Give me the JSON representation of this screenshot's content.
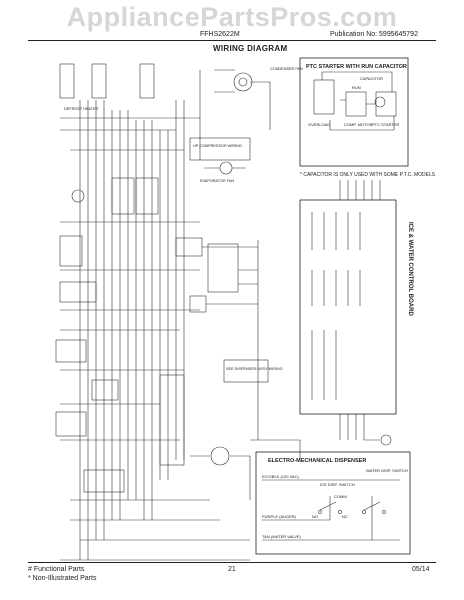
{
  "watermark": "AppliancePartsPros.com",
  "header": {
    "model": "FFHS2622M",
    "publication": "Publication No: 5995645792",
    "title": "WIRING DIAGRAM"
  },
  "ptc_box": {
    "title": "PTC STARTER WITH RUN CAPACITOR",
    "labels": [
      "OVERLOAD",
      "COMP. MOTOR",
      "RUN",
      "PTC STARTER",
      "CAPACITOR"
    ],
    "note": "* CAPACITOR IS ONLY USED WITH SOME P.T.C. MODELS"
  },
  "control_board": {
    "title": "ICE & WATER CONTROL BOARD"
  },
  "dispenser_box": {
    "title": "ELECTRO-MECHANICAL DISPENSER",
    "labels": [
      "ICE DISP. SWITCH",
      "WATER DISP. SWITCH",
      "COMM",
      "NO",
      "NC",
      "ECO/BLK (120 VAC)",
      "PURPLE (AUGER)",
      "TAN (WATER VALVE)"
    ]
  },
  "misc_labels": [
    "HP COMPRESSOR WIRING",
    "SEE DISPENSER ASSY WIRING",
    "CONDENSER FAN",
    "EVAPORATOR FAN",
    "DEFROST HEATER"
  ],
  "footer": {
    "line1": "# Functional Parts",
    "line2": "* Non-Illustrated Parts",
    "page": "21",
    "date": "05/14"
  }
}
